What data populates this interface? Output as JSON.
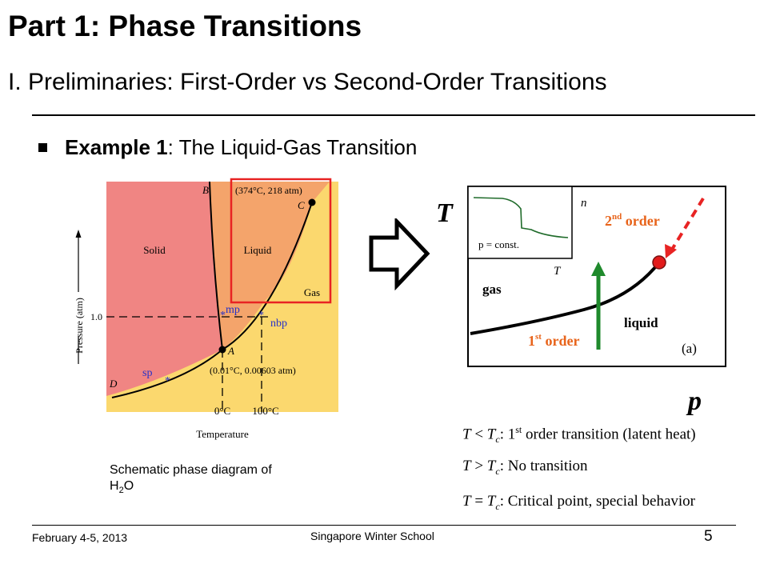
{
  "slide": {
    "title": "Part 1: Phase Transitions",
    "subtitle": "I. Preliminaries: First-Order vs Second-Order Transitions",
    "bullet_bold": "Example 1",
    "bullet_rest": ": The Liquid-Gas Transition"
  },
  "phase_diagram": {
    "y_axis_label": "Pressure (atm)",
    "x_axis_label": "Temperature",
    "pressure_tick": "1.0",
    "region_solid": "Solid",
    "region_liquid": "Liquid",
    "region_gas": "Gas",
    "point_b": "B",
    "point_c": "C",
    "point_a": "A",
    "point_d": "D",
    "critical_label": "(374°C, 218 atm)",
    "triple_label": "(0.01°C, 0.00603 atm)",
    "mp_label": "mp",
    "nbp_label": "nbp",
    "sp_label": "sp",
    "tick_0c": "0°C",
    "tick_100c": "100°C",
    "colors": {
      "solid": "#f08583",
      "liquid": "#f4a46b",
      "gas": "#fbd86e",
      "highlight": "#e82323",
      "blue": "#2531c9"
    }
  },
  "schematic": {
    "axis_t": "T",
    "axis_p": "p",
    "inset_n": "n",
    "inset_t": "T",
    "inset_note": "p = const.",
    "gas_label": "gas",
    "liquid_label": "liquid",
    "first_order_num": "1",
    "first_order_sup": "st",
    "first_order_word": " order",
    "second_order_num": "2",
    "second_order_sup": "nd",
    "second_order_word": " order",
    "panel_label": "(a)",
    "colors": {
      "first_order": "#e8641b",
      "arrow_green": "#1f8a2c",
      "dashed_red": "#e82323",
      "point": "#e21b1b"
    }
  },
  "caption": {
    "line1": "Schematic phase diagram of",
    "h": "H",
    "sub": "2",
    "o": "O"
  },
  "conditions": [
    {
      "lhs": "T",
      "op": " < ",
      "t": "T",
      "c": "c",
      "colon": ": ",
      "pre": "1",
      "sup": "st",
      "post": " order transition (latent heat)"
    },
    {
      "lhs": "T",
      "op": " > ",
      "t": "T",
      "c": "c",
      "colon": ": ",
      "pre": "No transition",
      "sup": "",
      "post": ""
    },
    {
      "lhs": "T",
      "op": " = ",
      "t": "T",
      "c": "c",
      "colon": ": ",
      "pre": "Critical point, special behavior",
      "sup": "",
      "post": ""
    }
  ],
  "footer": {
    "date": "February 4-5, 2013",
    "school": "Singapore Winter School",
    "page": "5"
  }
}
